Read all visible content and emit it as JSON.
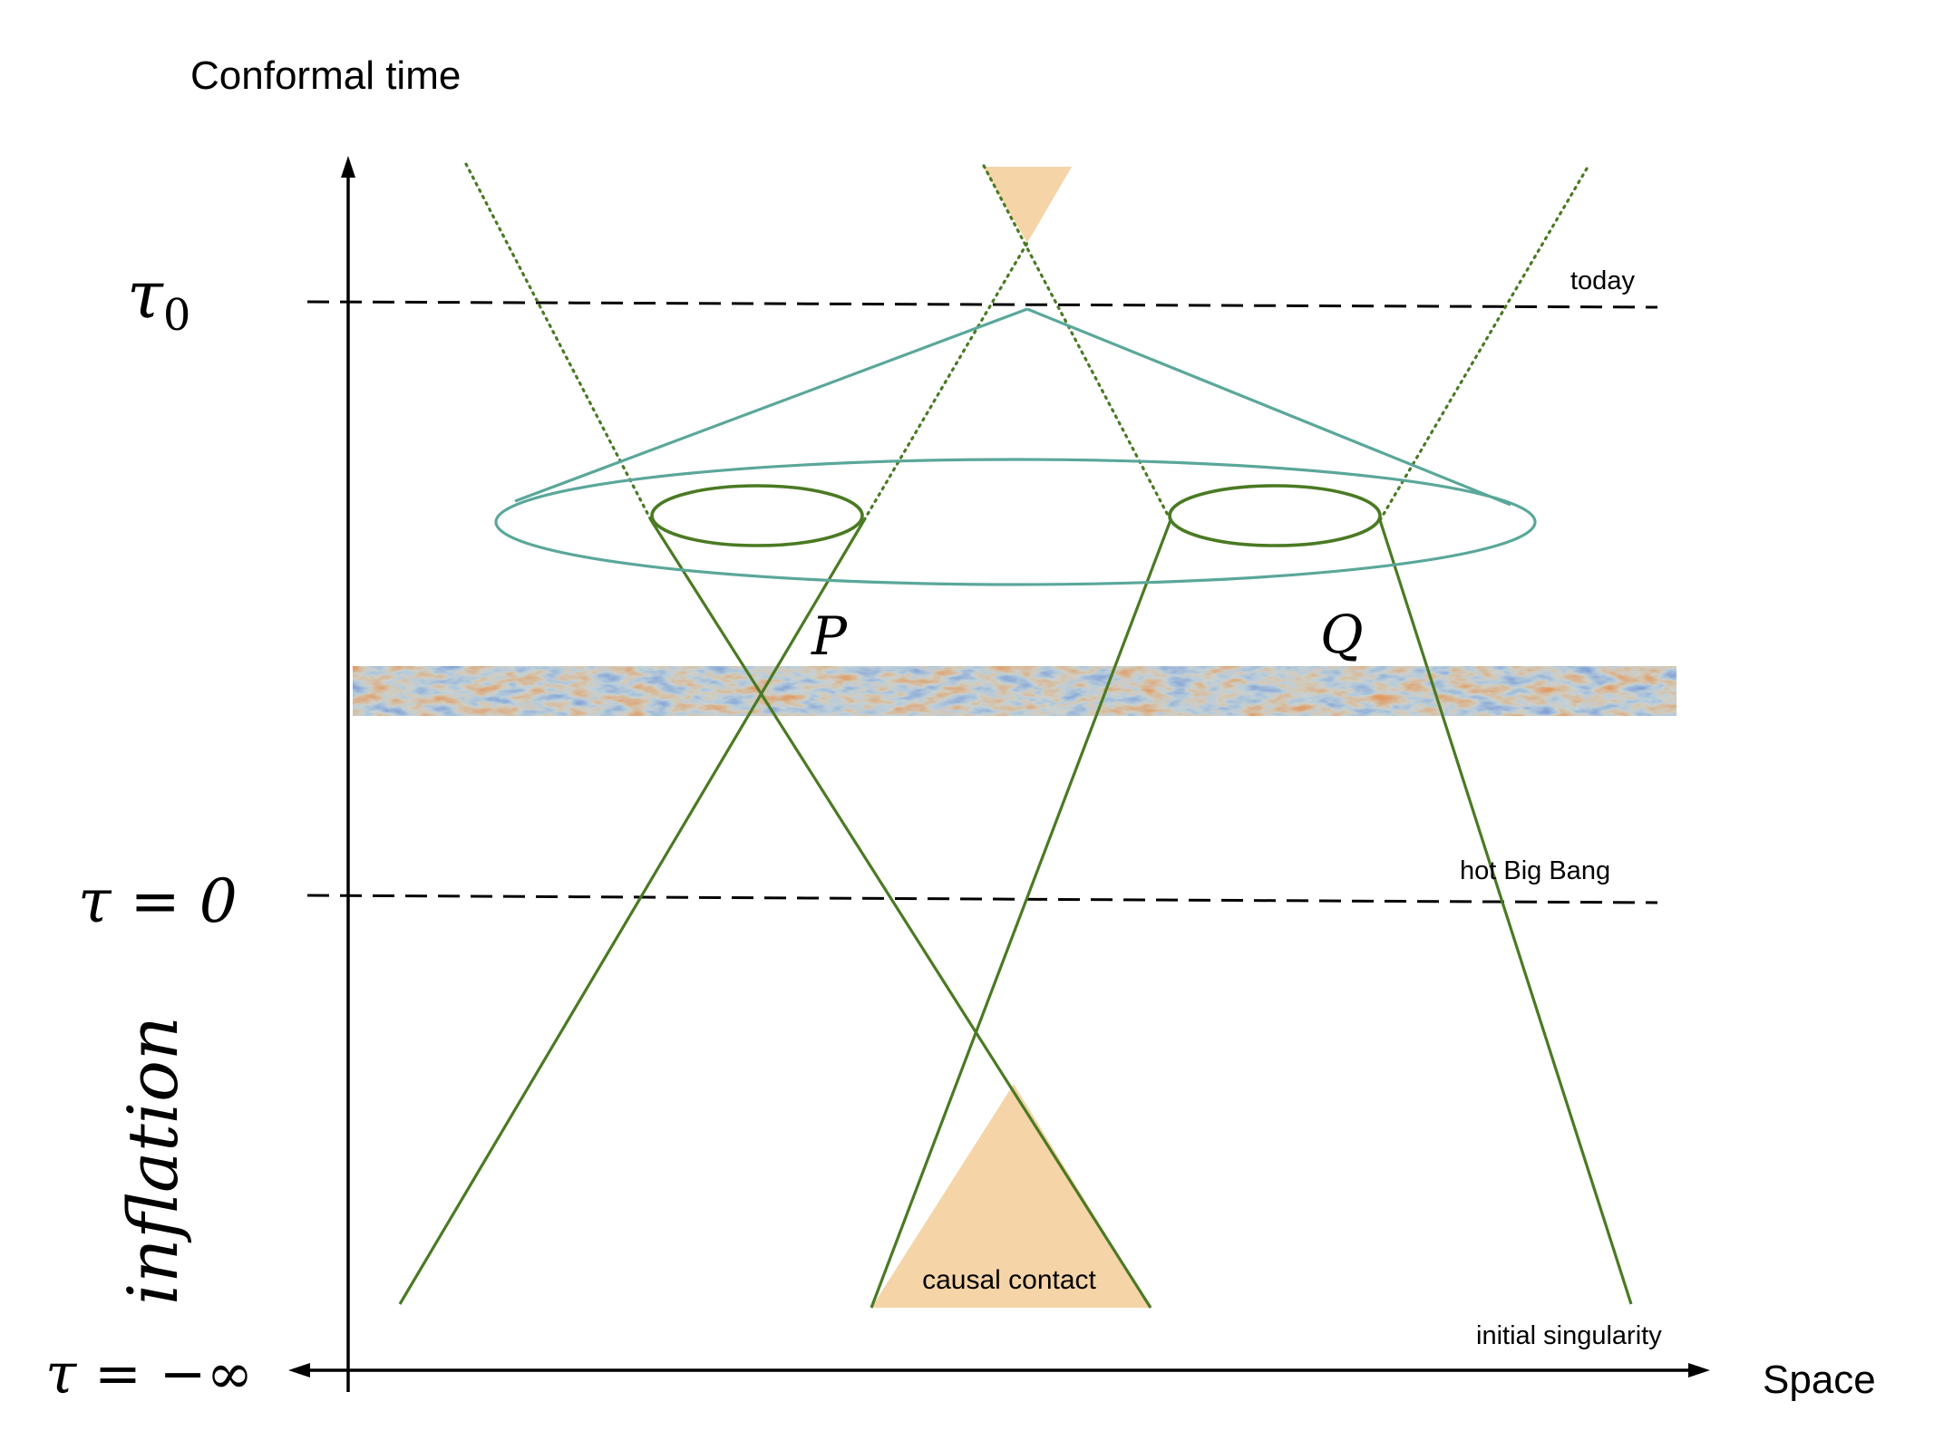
{
  "labels": {
    "y_axis": "Conformal time",
    "x_axis": "Space",
    "tau0_sym": "τ",
    "tau0_sub": "0",
    "tau_zero": "τ = 0",
    "tau_neg_inf": "τ = −∞",
    "today": "today",
    "hot_big_bang": "hot Big Bang",
    "initial_singularity": "initial singularity",
    "inflation": "inflation",
    "point_p": "P",
    "point_q": "Q",
    "causal_contact": "causal contact"
  },
  "colors": {
    "cone_green": "#4a7a23",
    "observer_teal": "#5aa79a",
    "causal_fill": "#f5d4a8",
    "axis": "#000000",
    "cmb_blue": "#9ab8dc",
    "cmb_orange": "#e9a46b"
  }
}
